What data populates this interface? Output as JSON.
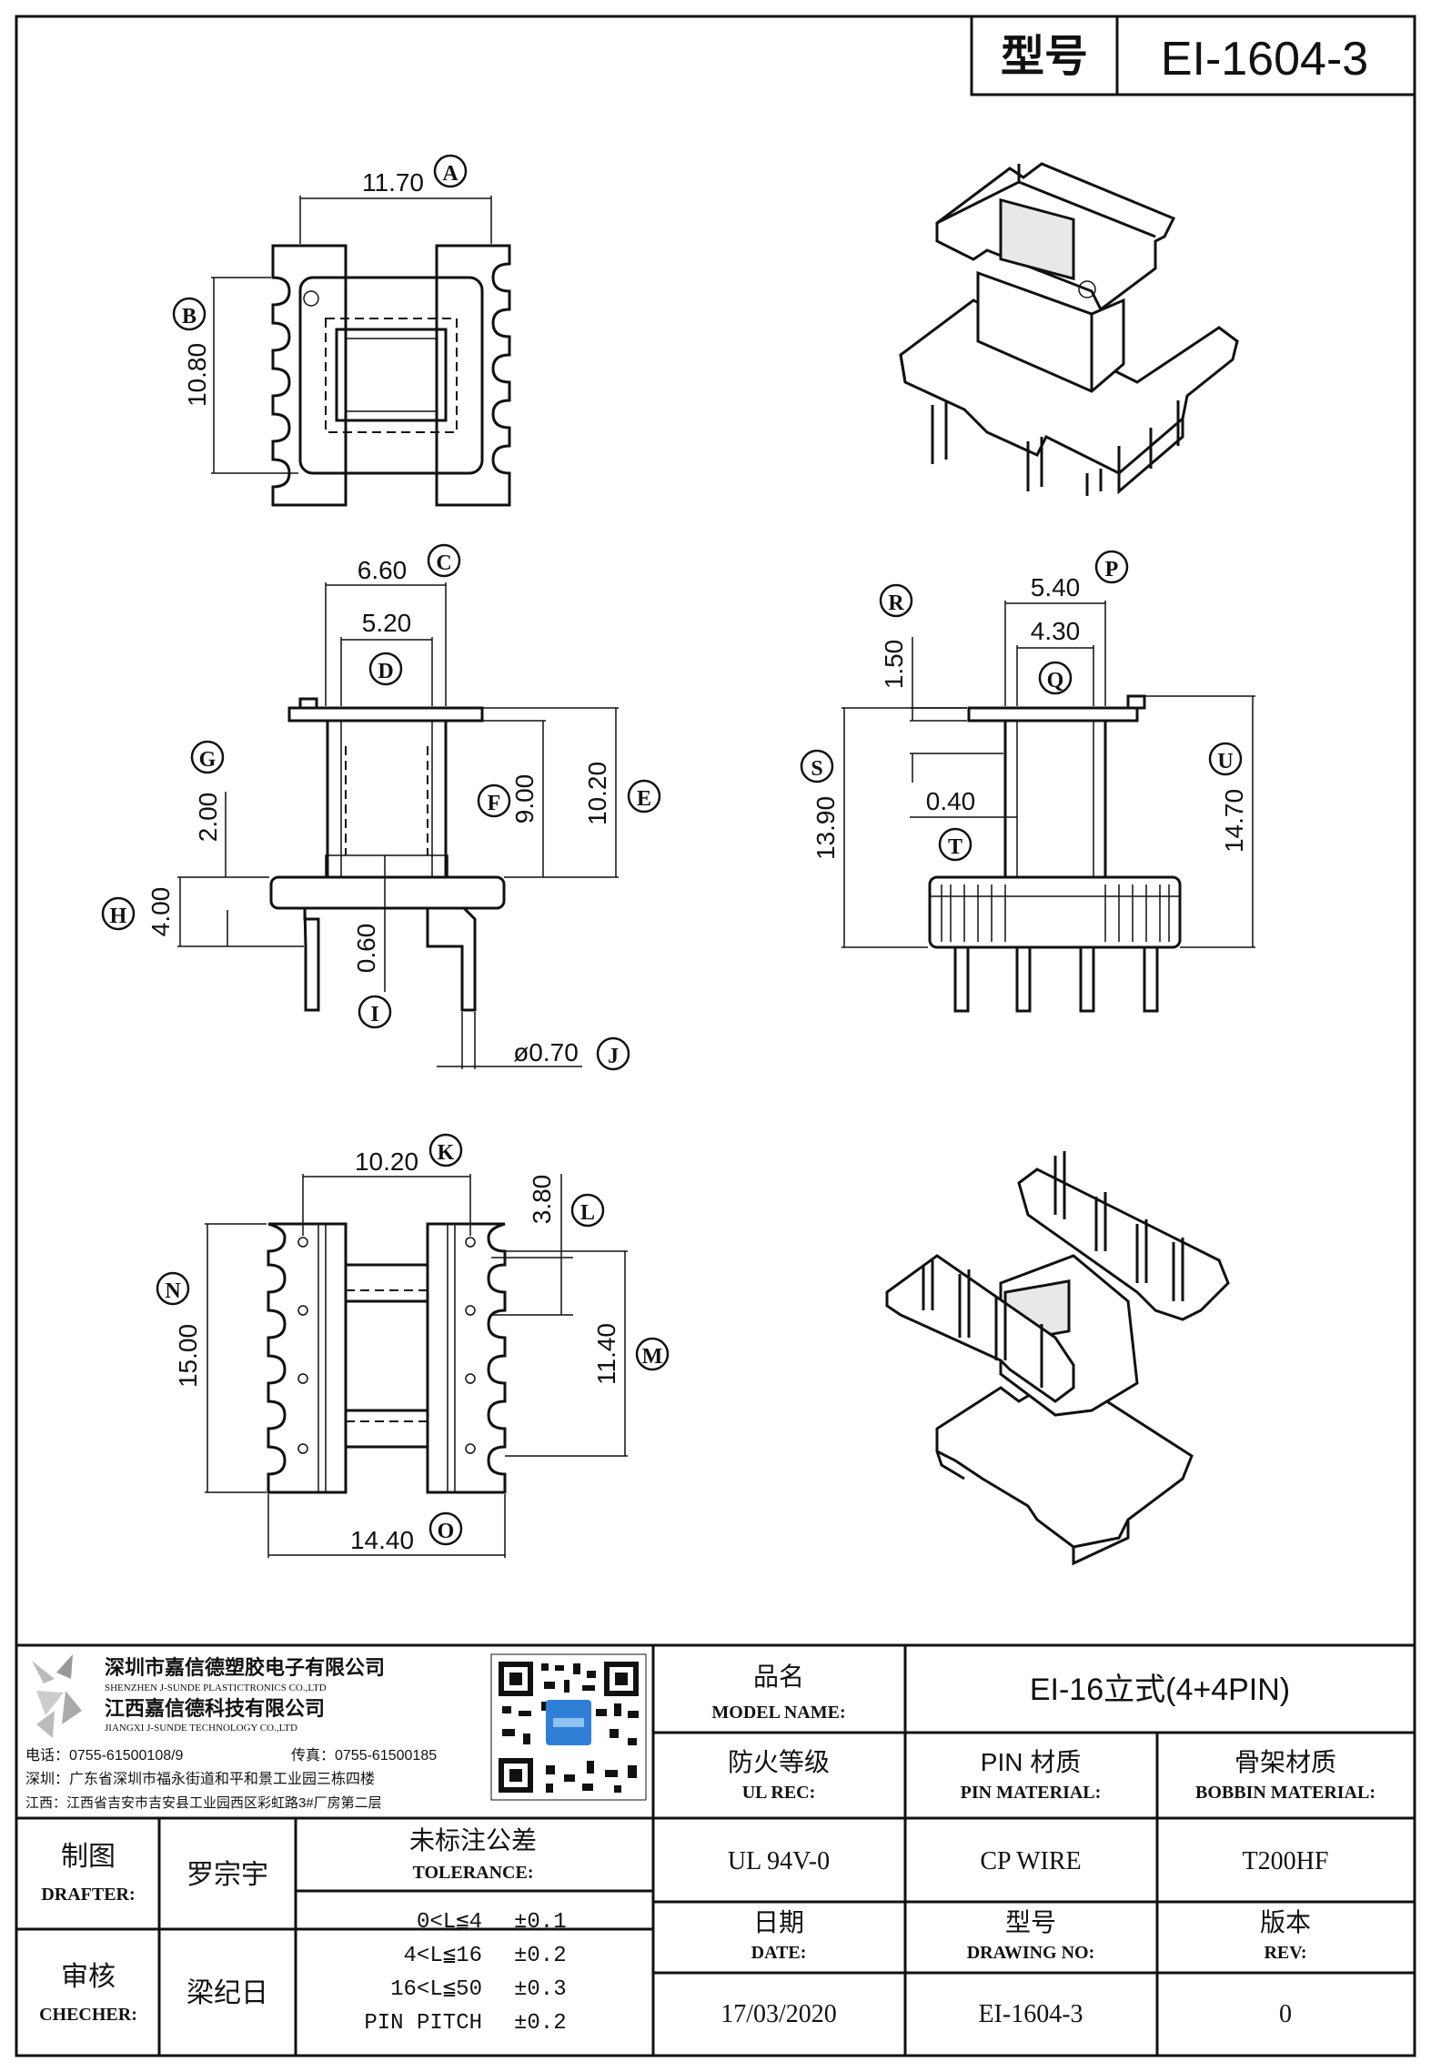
{
  "header": {
    "model_label": "型号",
    "model_value": "EI-1604-3"
  },
  "dims": {
    "A": {
      "value": "11.70",
      "letter": "A"
    },
    "B": {
      "value": "10.80",
      "letter": "B"
    },
    "C": {
      "value": "6.60",
      "letter": "C"
    },
    "D": {
      "value": "5.20",
      "letter": "D"
    },
    "E": {
      "value": "10.20",
      "letter": "E"
    },
    "F": {
      "value": "9.00",
      "letter": "F"
    },
    "G": {
      "value": "2.00",
      "letter": "G"
    },
    "H": {
      "value": "4.00",
      "letter": "H"
    },
    "I": {
      "value": "0.60",
      "letter": "I"
    },
    "J": {
      "value": "ø0.70",
      "letter": "J"
    },
    "K": {
      "value": "10.20",
      "letter": "K"
    },
    "L": {
      "value": "3.80",
      "letter": "L"
    },
    "M": {
      "value": "11.40",
      "letter": "M"
    },
    "N": {
      "value": "15.00",
      "letter": "N"
    },
    "O": {
      "value": "14.40",
      "letter": "O"
    },
    "P": {
      "value": "5.40",
      "letter": "P"
    },
    "Q": {
      "value": "4.30",
      "letter": "Q"
    },
    "R": {
      "value": "1.50",
      "letter": "R"
    },
    "S": {
      "value": "13.90",
      "letter": "S"
    },
    "T": {
      "value": "0.40",
      "letter": "T"
    },
    "U": {
      "value": "14.70",
      "letter": "U"
    }
  },
  "company": {
    "name_cn_1": "深圳市嘉信德塑胶电子有限公司",
    "name_en_1": "SHENZHEN J-SUNDE PLASTICTRONICS CO.,LTD",
    "name_cn_2": "江西嘉信德科技有限公司",
    "name_en_2": "JIANGXI J-SUNDE TECHNOLOGY CO.,LTD",
    "phone": "电话：0755-61500108/9",
    "fax": "传真：0755-61500185",
    "addr_sz": "深圳：广东省深圳市福永街道和平和景工业园三栋四楼",
    "addr_jx": "江西：江西省吉安市吉安县工业园西区彩虹路3#厂房第二层"
  },
  "title_block": {
    "model_name_cn": "品名",
    "model_name_en": "MODEL NAME:",
    "model_name_value": "EI-16立式(4+4PIN)",
    "ul_cn": "防火等级",
    "ul_en": "UL REC:",
    "pin_cn": "PIN 材质",
    "pin_en": "PIN MATERIAL:",
    "bobbin_cn": "骨架材质",
    "bobbin_en": "BOBBIN MATERIAL:",
    "ul_value": "UL 94V-0",
    "pin_value": "CP WIRE",
    "bobbin_value": "T200HF",
    "date_cn": "日期",
    "date_en": "DATE:",
    "drawing_cn": "型号",
    "drawing_en": "DRAWING NO:",
    "rev_cn": "版本",
    "rev_en": "REV:",
    "date_value": "17/03/2020",
    "drawing_value": "EI-1604-3",
    "rev_value": "0",
    "drafter_cn": "制图",
    "drafter_en": "DRAFTER:",
    "drafter_name": "罗宗宇",
    "checker_cn": "审核",
    "checker_en": "CHECHER:",
    "checker_name": "梁纪日",
    "tol_cn": "未标注公差",
    "tol_en": "TOLERANCE:",
    "tolerances": [
      {
        "range": "0<L≦4",
        "value": "±0.1"
      },
      {
        "range": "4<L≦16",
        "value": "±0.2"
      },
      {
        "range": "16<L≦50",
        "value": "±0.3"
      },
      {
        "range": "PIN PITCH",
        "value": "±0.2"
      }
    ]
  }
}
